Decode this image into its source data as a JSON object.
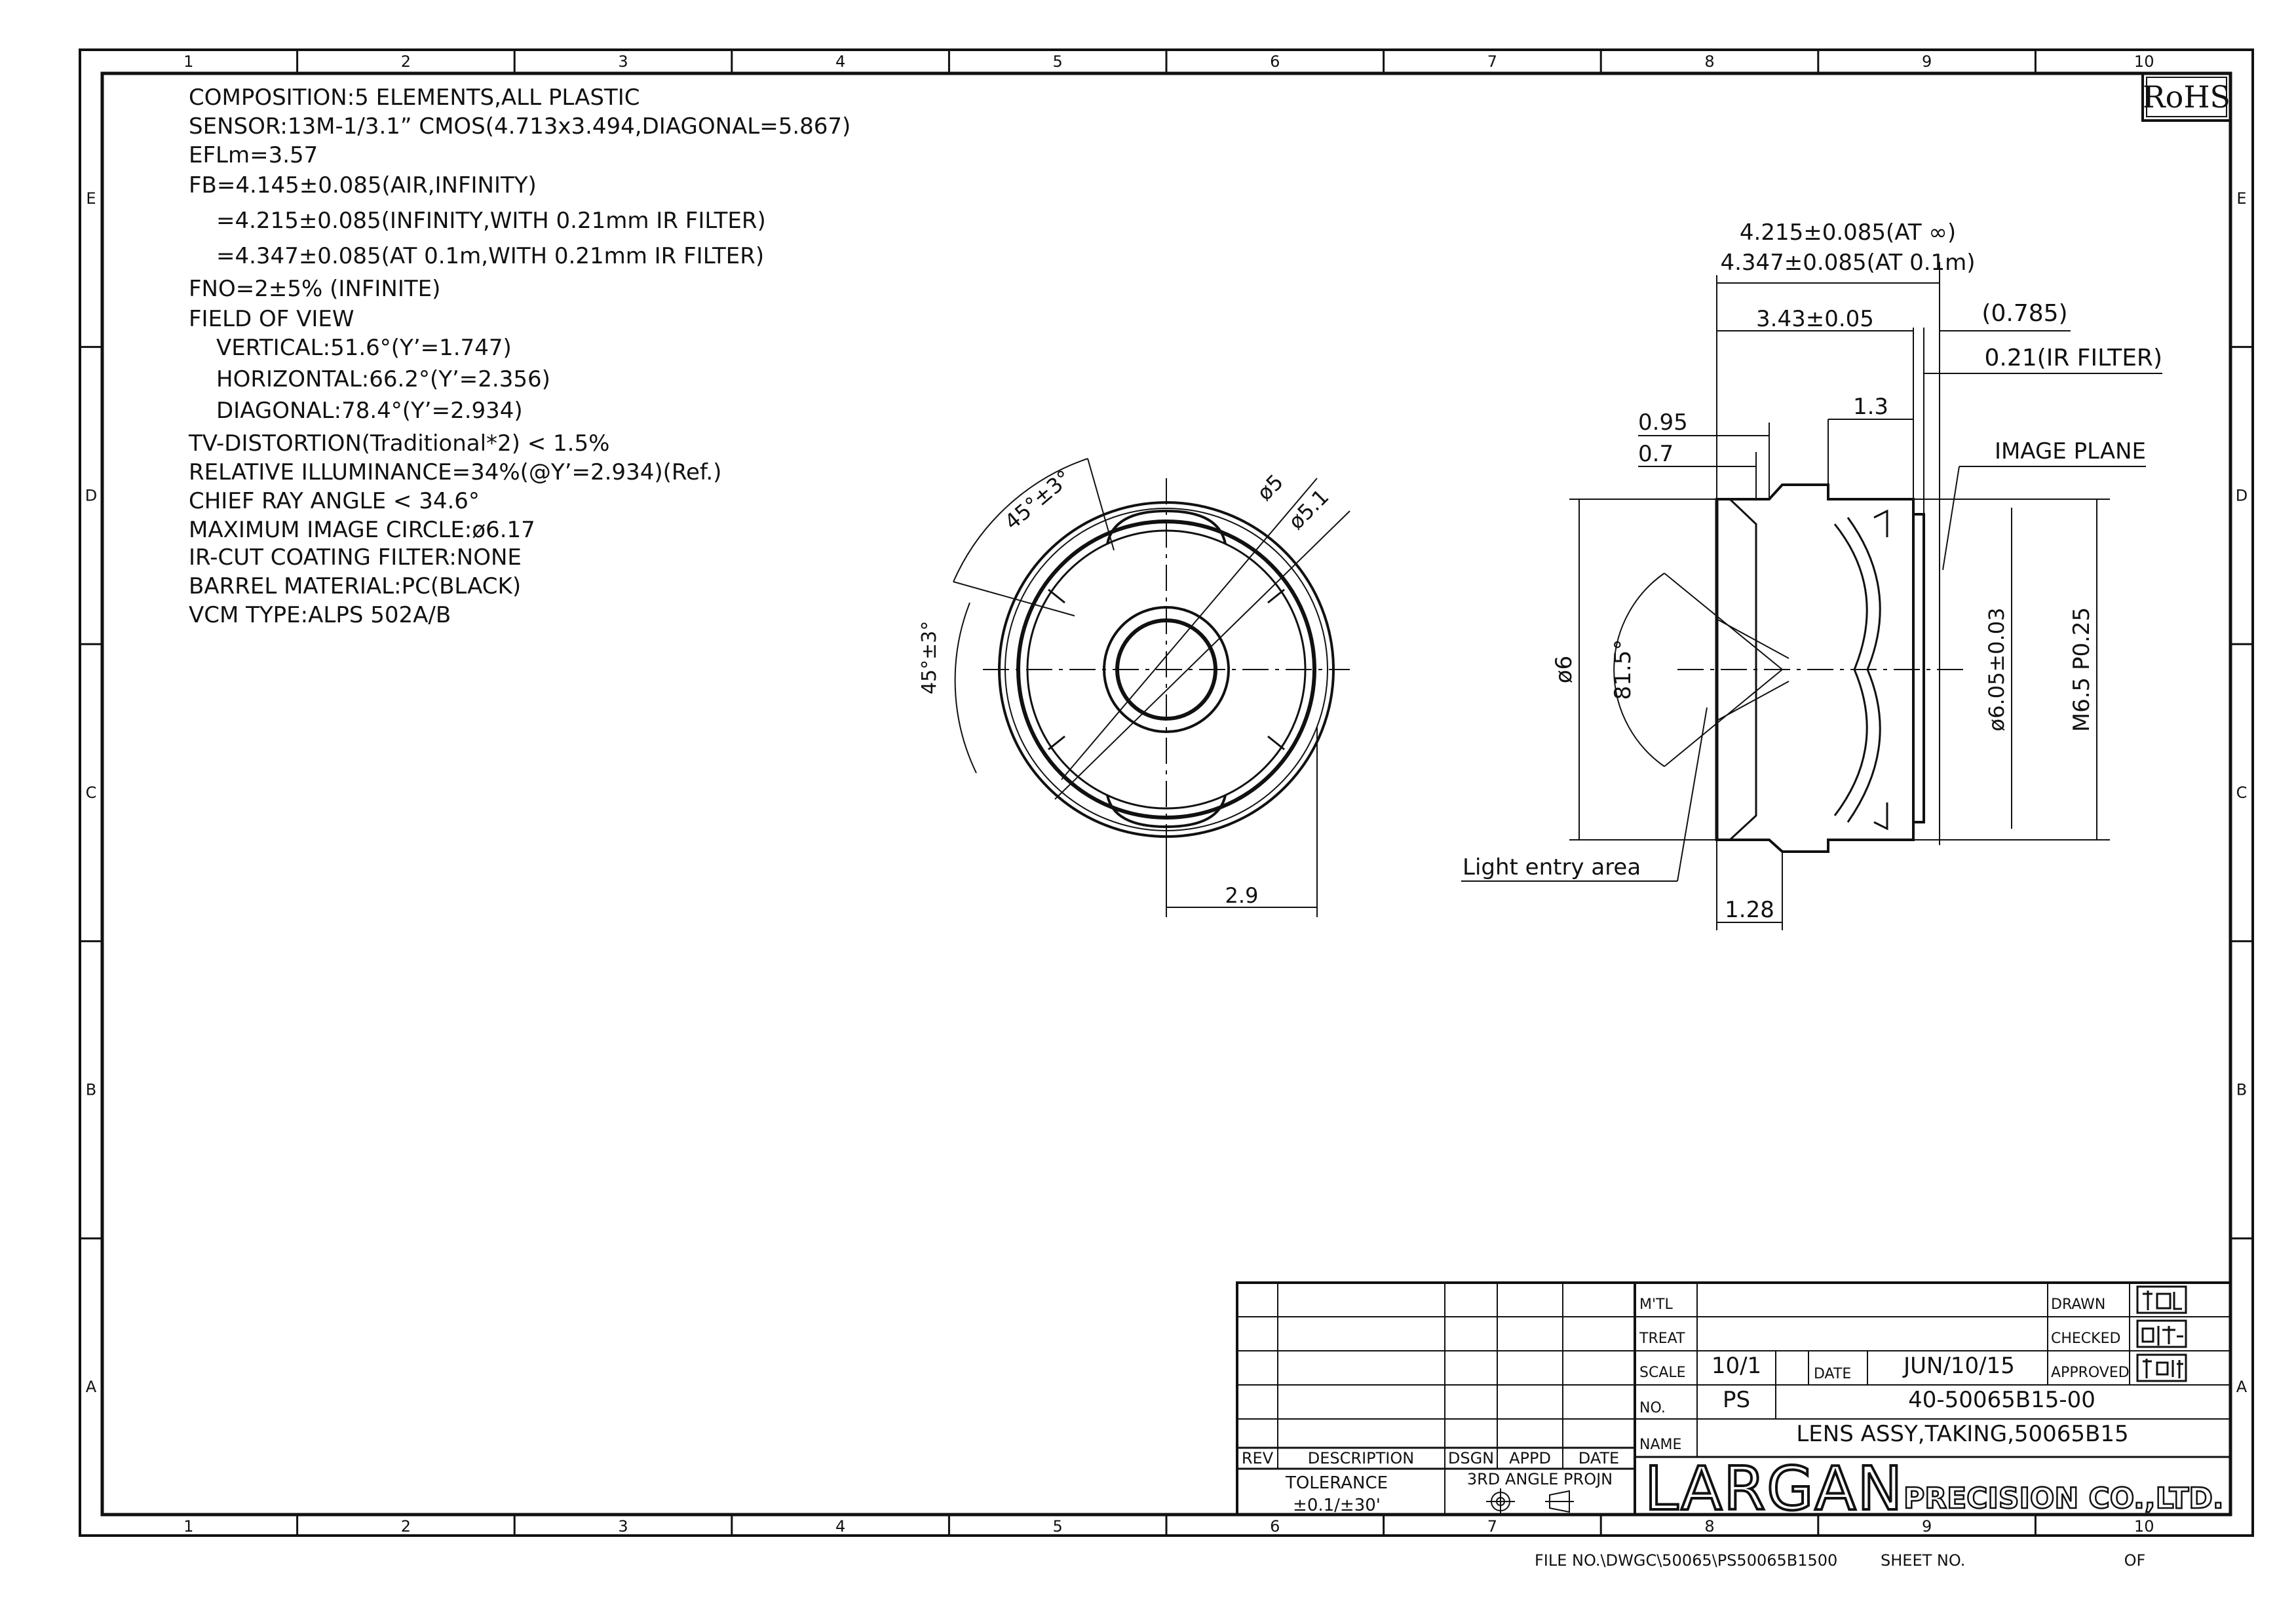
{
  "frame": {
    "columns": [
      "1",
      "2",
      "3",
      "4",
      "5",
      "6",
      "7",
      "8",
      "9",
      "10"
    ],
    "rows": [
      "E",
      "D",
      "C",
      "B",
      "A"
    ]
  },
  "rohs": "RoHS",
  "specs": [
    "COMPOSITION:5 ELEMENTS,ALL PLASTIC",
    "SENSOR:13M-1/3.1” CMOS(4.713x3.494,DIAGONAL=5.867)",
    "EFLm=3.57",
    "FB=4.145±0.085(AIR,INFINITY)",
    "=4.215±0.085(INFINITY,WITH 0.21mm IR FILTER)",
    "=4.347±0.085(AT 0.1m,WITH 0.21mm IR FILTER)",
    "FNO=2±5% (INFINITE)",
    "FIELD OF VIEW",
    "VERTICAL:51.6°(Y’=1.747)",
    "HORIZONTAL:66.2°(Y’=2.356)",
    "DIAGONAL:78.4°(Y’=2.934)",
    "TV-DISTORTION(Traditional*2) < 1.5%",
    "RELATIVE ILLUMINANCE=34%(@Y’=2.934)(Ref.)",
    "CHIEF RAY ANGLE < 34.6°",
    "MAXIMUM IMAGE CIRCLE:ø6.17",
    "IR-CUT COATING FILTER:NONE",
    "BARREL MATERIAL:PC(BLACK)",
    "VCM TYPE:ALPS 502A/B"
  ],
  "front_view": {
    "angle_top": "45°±3°",
    "angle_left": "45°±3°",
    "dia_inner": "ø5",
    "dia_outer": "ø5.1",
    "width": "2.9"
  },
  "side_view": {
    "fb_inf": "4.215±0.085(AT ∞)",
    "fb_01": "4.347±0.085(AT 0.1m)",
    "len_343": "3.43±0.05",
    "dim_0785": "(0.785)",
    "ir_filter": "0.21(IR FILTER)",
    "dim_095": "0.95",
    "dim_07": "0.7",
    "dim_13": "1.3",
    "image_plane": "IMAGE PLANE",
    "dia_6": "ø6",
    "angle_815": "81.5°",
    "dia_605": "ø6.05±0.03",
    "thread": "M6.5 P0.25",
    "light_entry": "Light entry area",
    "dim_128": "1.28"
  },
  "title_block": {
    "mtl_label": "M'TL",
    "treat_label": "TREAT",
    "scale_label": "SCALE",
    "scale_value": "10/1",
    "date_label": "DATE",
    "date_value": "JUN/10/15",
    "no_label": "NO.",
    "no_prefix": "PS",
    "no_value": "40-50065B15-00",
    "name_label": "NAME",
    "name_value": "LENS ASSY,TAKING,50065B15",
    "drawn_label": "DRAWN",
    "checked_label": "CHECKED",
    "approved_label": "APPROVED",
    "rev_label": "REV",
    "desc_label": "DESCRIPTION",
    "dsgn_label": "DSGN",
    "appd_label": "APPD",
    "date_col_label": "DATE",
    "tolerance_label": "TOLERANCE",
    "tolerance_value": "±0.1/±30'",
    "projection_label": "3RD ANGLE PROJN",
    "company_logo": "LARGAN",
    "company_suffix": "PRECISION CO.,LTD."
  },
  "footer": {
    "file_no": "FILE NO.\\DWGC\\50065\\PS50065B1500",
    "sheet_no": "SHEET NO.",
    "of": "OF"
  }
}
